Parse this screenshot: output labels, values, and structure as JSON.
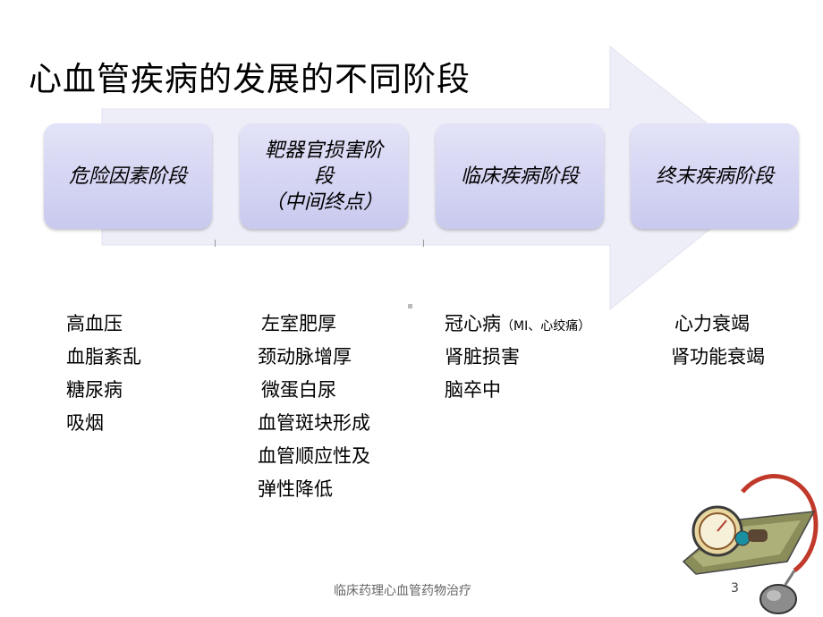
{
  "title": "心血管疾病的发展的不同阶段",
  "stages": [
    {
      "lines": [
        "危险因素阶段"
      ]
    },
    {
      "lines": [
        "靶器官损害阶",
        "段",
        "（中间终点）"
      ]
    },
    {
      "lines": [
        "临床疾病阶段"
      ]
    },
    {
      "lines": [
        "终末疾病阶段"
      ]
    }
  ],
  "columns": [
    {
      "items": [
        "高血压",
        "血脂紊乱",
        "糖尿病",
        "吸烟"
      ]
    },
    {
      "items": [
        "左室肥厚",
        "颈动脉增厚",
        "微蛋白尿",
        "血管斑块形成",
        "血管顺应性及",
        "弹性降低"
      ]
    },
    {
      "items": [
        "冠心病",
        "肾脏损害",
        "脑卒中"
      ],
      "note": "（MI、心绞痛）"
    },
    {
      "items": [
        "心力衰竭",
        "肾功能衰竭"
      ]
    }
  ],
  "footer": "临床药理心血管药物治疗",
  "page_number": "3",
  "colors": {
    "arrow": "#eeeef9",
    "stage_fill_top": "#e3e3f8",
    "stage_fill_bottom": "#c9c9ef"
  },
  "icons": [
    "blood-pressure-gauge-icon"
  ]
}
